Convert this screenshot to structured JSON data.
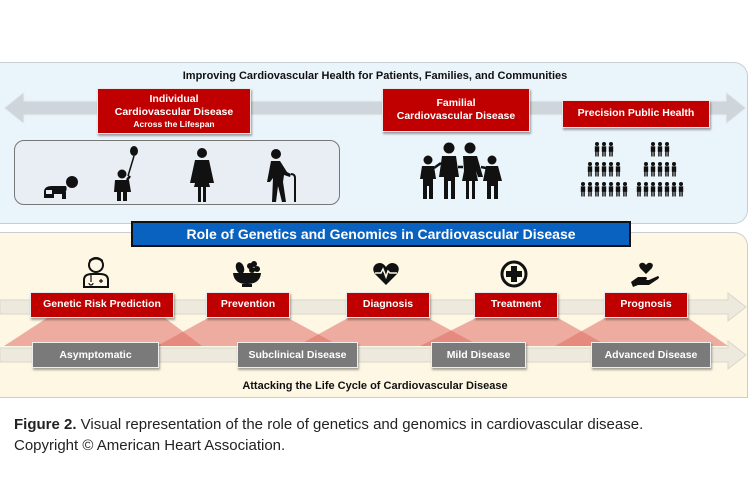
{
  "top_panel": {
    "title": "Improving Cardiovascular Health for Patients, Families, and Communities",
    "boxes": [
      {
        "line1": "Individual",
        "line2": "Cardiovascular Disease",
        "line3": "Across the Lifespan"
      },
      {
        "line1": "Familial",
        "line2": "Cardiovascular Disease"
      },
      {
        "line1": "Precision Public Health"
      }
    ],
    "icons": [
      "crawling-baby-icon",
      "child-with-balloon-icon",
      "woman-icon",
      "elderly-with-cane-icon",
      "family-icon",
      "population-icon"
    ]
  },
  "middle_banner": {
    "title": "Role of Genetics and Genomics in Cardiovascular Disease"
  },
  "bottom_panel": {
    "roles": [
      {
        "label": "Genetic Risk Prediction",
        "icon": "doctor-icon"
      },
      {
        "label": "Prevention",
        "icon": "fruit-bowl-icon"
      },
      {
        "label": "Diagnosis",
        "icon": "heartbeat-icon"
      },
      {
        "label": "Treatment",
        "icon": "medical-cross-icon"
      },
      {
        "label": "Prognosis",
        "icon": "heart-in-hand-icon"
      }
    ],
    "stages": [
      "Asymptomatic",
      "Subclinical Disease",
      "Mild Disease",
      "Advanced Disease"
    ],
    "footer_title": "Attacking the Life Cycle of Cardiovascular Disease"
  },
  "caption": {
    "label": "Figure 2.",
    "text": " Visual representation of the role of genetics and genomics in cardiovascular disease.",
    "line2": "Copyright © American Heart Association."
  },
  "colors": {
    "red": "#c00000",
    "blue": "#0a62c0",
    "grey": "#7a7a7a",
    "top_bg": "#eaf4fb",
    "bottom_bg": "#fdf7e4"
  }
}
